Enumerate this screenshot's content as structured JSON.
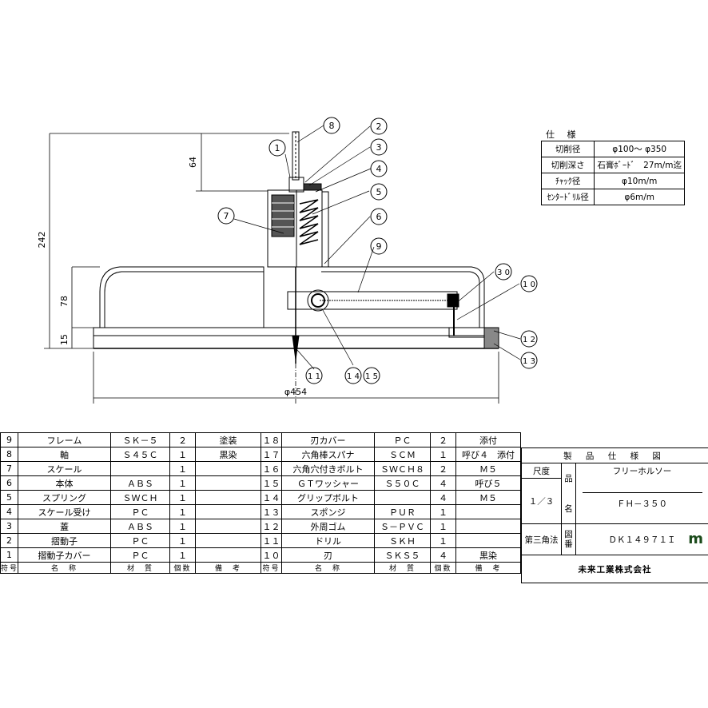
{
  "drawing": {
    "callouts": [
      "1",
      "2",
      "3",
      "4",
      "5",
      "6",
      "7",
      "8",
      "9",
      "3 0",
      "1 0",
      "1 2",
      "1 3",
      "1 1",
      "1 4",
      "1 5"
    ],
    "dims": {
      "d64": "64",
      "d242": "242",
      "d78": "78",
      "d15": "15",
      "dia": "φ454"
    }
  },
  "spec": {
    "title": "仕 様",
    "rows": [
      {
        "key": "切削径",
        "value": "φ100～ φ350"
      },
      {
        "key": "切削深さ",
        "value": "石膏ﾎﾞｰﾄﾞ　27m/m迄"
      },
      {
        "key": "ﾁｬｯｸ径",
        "value": "φ10m/m"
      },
      {
        "key": "ｾﾝﾀｰﾄﾞﾘﾙ径",
        "value": "φ6m/m"
      }
    ]
  },
  "bom": {
    "rows": [
      [
        "9",
        "フレーム",
        "ＳＫ－５",
        "２",
        "塗装",
        "１８",
        "刃カバー",
        "ＰＣ",
        "２",
        "添付"
      ],
      [
        "8",
        "軸",
        "Ｓ４５Ｃ",
        "１",
        "黒染",
        "１７",
        "六角棒スパナ",
        "ＳＣＭ",
        "１",
        "呼び４　添付"
      ],
      [
        "7",
        "スケール",
        "",
        "１",
        "",
        "１６",
        "六角穴付きボルト",
        "ＳＷＣＨ８",
        "２",
        "Ｍ５"
      ],
      [
        "6",
        "本体",
        "ＡＢＳ",
        "１",
        "",
        "１５",
        "ＧＴワッシャー",
        "Ｓ５０Ｃ",
        "４",
        "呼び５"
      ],
      [
        "5",
        "スプリング",
        "ＳＷＣＨ",
        "１",
        "",
        "１４",
        "グリップボルト",
        "",
        "４",
        "Ｍ５"
      ],
      [
        "4",
        "スケール受け",
        "ＰＣ",
        "１",
        "",
        "１３",
        "スポンジ",
        "ＰＵＲ",
        "１",
        ""
      ],
      [
        "3",
        "蓋",
        "ＡＢＳ",
        "１",
        "",
        "１２",
        "外周ゴム",
        "Ｓ－ＰＶＣ",
        "１",
        ""
      ],
      [
        "2",
        "摺動子",
        "ＰＣ",
        "１",
        "",
        "１１",
        "ドリル",
        "ＳＫＨ",
        "１",
        ""
      ],
      [
        "1",
        "摺動子カバー",
        "ＰＣ",
        "１",
        "",
        "１０",
        "刃",
        "ＳＫＳ５",
        "４",
        "黒染"
      ]
    ],
    "header": [
      "符号",
      "名　称",
      "材　質",
      "個数",
      "備　考",
      "符号",
      "名　称",
      "材　質",
      "個数",
      "備　考"
    ]
  },
  "titleblock": {
    "heading": "製 品 仕 様 図",
    "scale_label": "尺度",
    "scale_value": "１／３",
    "name_label_1": "品",
    "name_label_2": "名",
    "name_value_1": "フリーホルソー",
    "name_value_2": "ＦＨ－３５０",
    "angle_label": "第三角法",
    "drawing_no_label_1": "図",
    "drawing_no_label_2": "番",
    "drawing_no": "ＤＫ１４９７１Ｉ",
    "logo": "m",
    "company": "未来工業株式会社"
  }
}
